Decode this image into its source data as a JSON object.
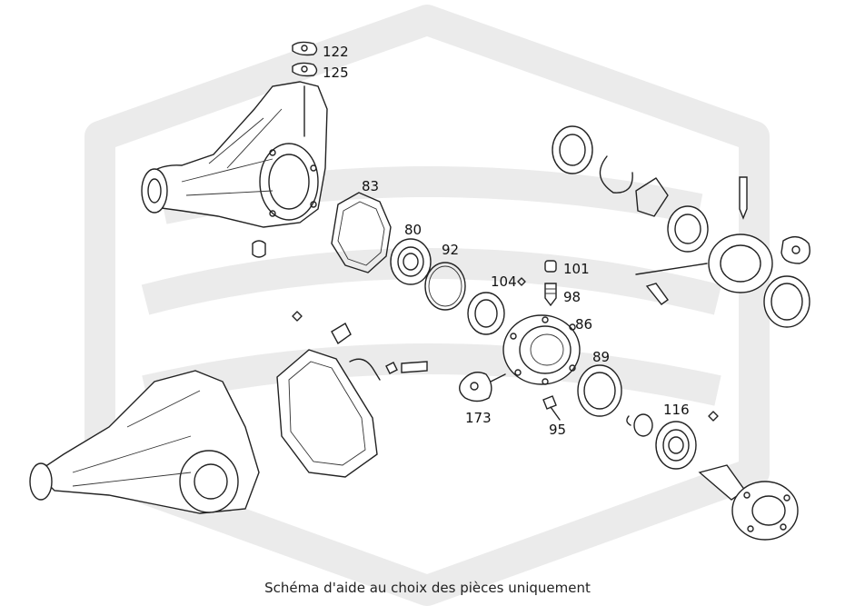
{
  "caption": "Schéma d'aide au choix des pièces uniquement",
  "watermark": {
    "icon": "brand-logo-watermark",
    "color": "#ebebeb"
  },
  "callouts": [
    "122",
    "125",
    "83",
    "80",
    "92",
    "104",
    "101",
    "98",
    "86",
    "173",
    "89",
    "95",
    "116"
  ]
}
